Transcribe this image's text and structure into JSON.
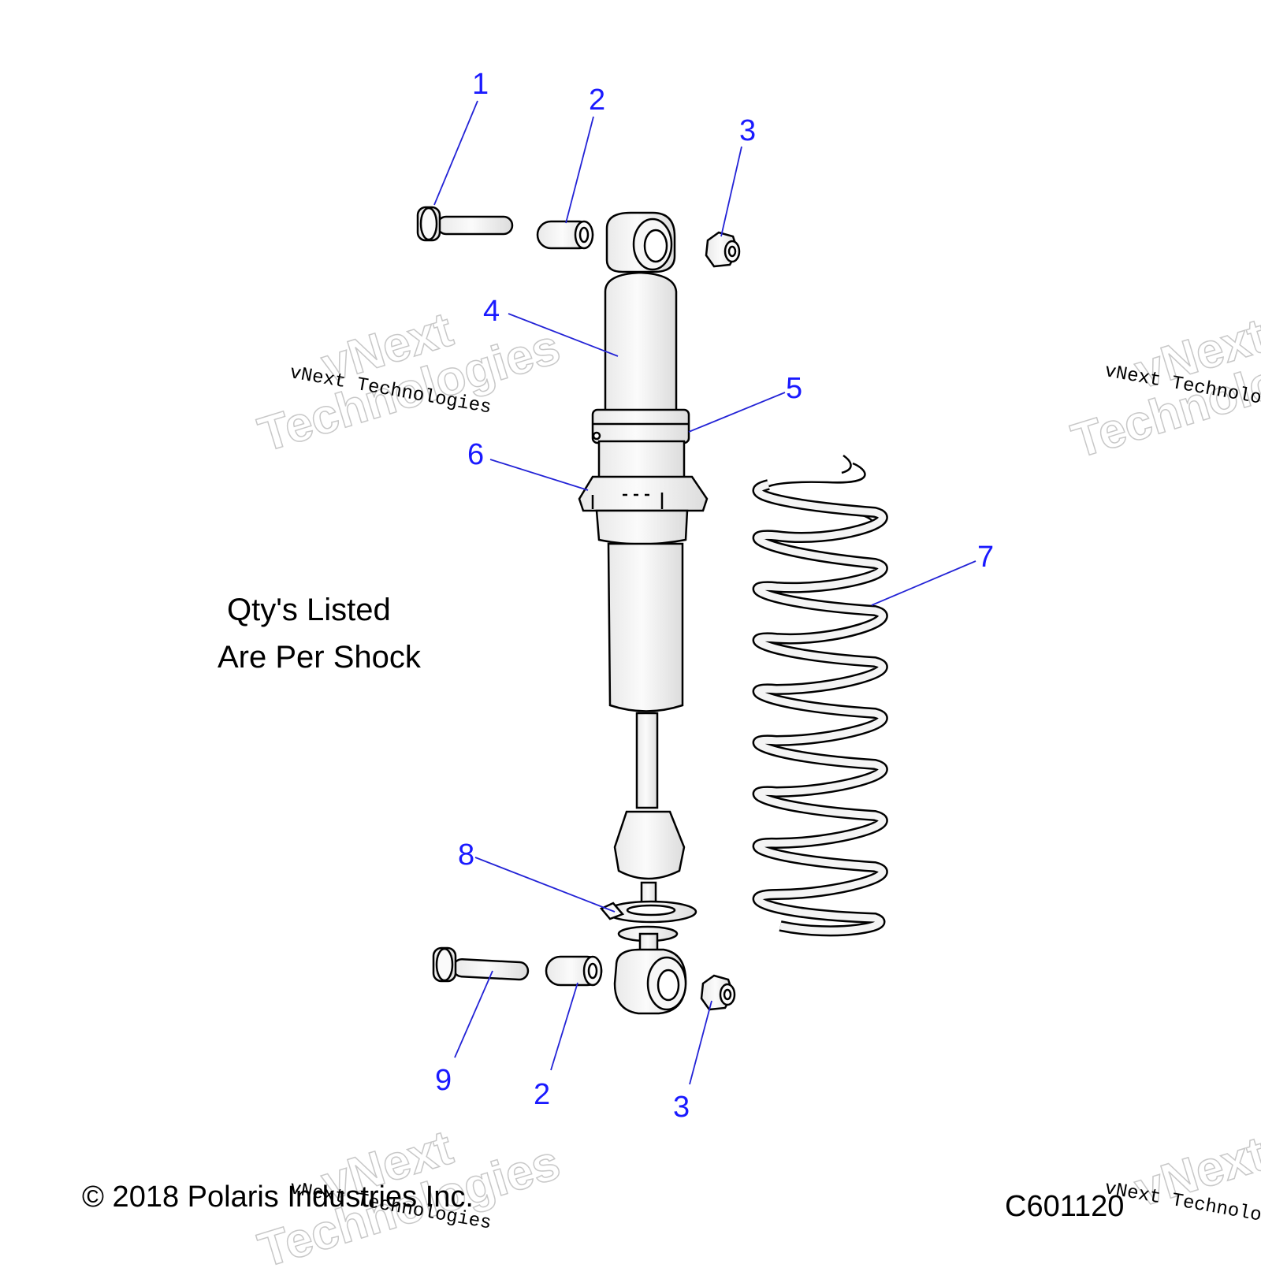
{
  "diagram": {
    "callouts": [
      "1",
      "2",
      "3",
      "4",
      "5",
      "6",
      "7",
      "8",
      "9",
      "2",
      "3"
    ],
    "note": {
      "line1": "Qty's Listed",
      "line2": "Are Per Shock"
    },
    "copyright": "© 2018 Polaris Industries Inc.",
    "figure_code": "C601120",
    "watermark": {
      "serif_text": "vNext Technologies",
      "outline_line1": "vNext",
      "outline_line2": "Technologies"
    },
    "colors": {
      "callout": "#1a1aff",
      "leader": "#2323d6",
      "part_stroke": "#000000",
      "part_fill": "#f2f2f2"
    }
  }
}
